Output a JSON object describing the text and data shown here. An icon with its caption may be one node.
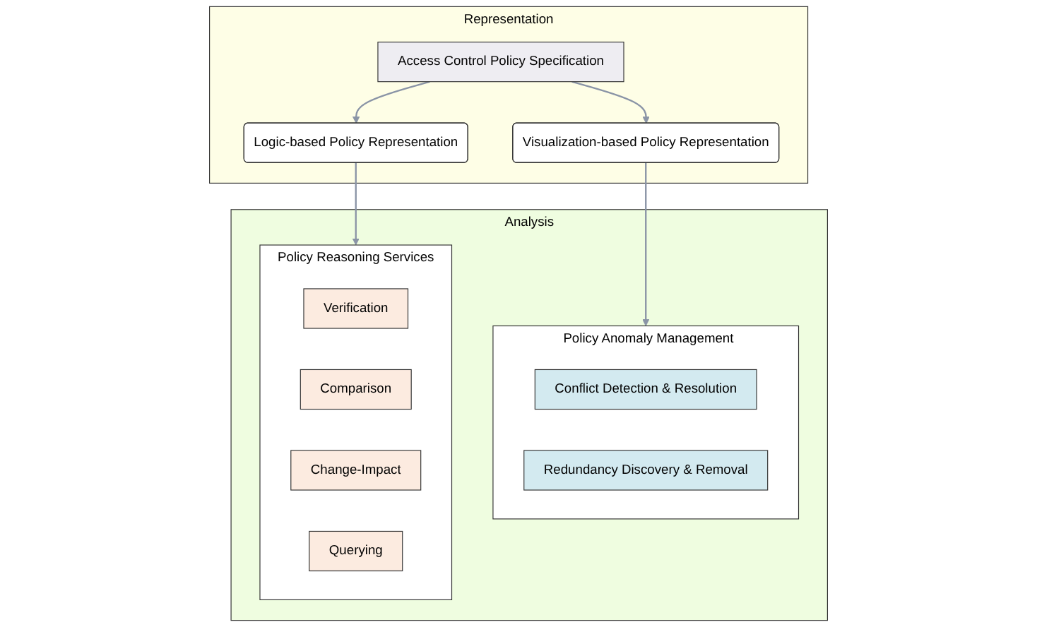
{
  "diagram": {
    "nodes": [
      {
        "text": [
          "Representation"
        ]
      },
      {
        "text": [
          "Access Control Policy Specification"
        ],
        "in": 0
      },
      {
        "text": [
          "Logic-based Policy Representation"
        ],
        "in": 0
      },
      {
        "text": [
          "Visualization-based Policy Representation"
        ],
        "in": 0
      },
      {
        "text": [
          "Analysis"
        ]
      },
      {
        "text": [
          "Policy Reasoning Services"
        ],
        "in": 4
      },
      {
        "text": [
          "Verification"
        ],
        "in": 5
      },
      {
        "text": [
          "Comparison"
        ],
        "in": 5
      },
      {
        "text": [
          "Change-Impact"
        ],
        "in": 5
      },
      {
        "text": [
          "Querying"
        ],
        "in": 5
      },
      {
        "text": [
          "Policy Anomaly Management"
        ],
        "in": 4
      },
      {
        "text": [
          "Conflict Detection & Resolution"
        ],
        "in": 10
      },
      {
        "text": [
          "Redundancy Discovery & Removal"
        ],
        "in": 10
      }
    ],
    "edges": [
      {
        "from": 1,
        "to": 2,
        "arrow": "to"
      },
      {
        "from": 1,
        "to": 3,
        "arrow": "to"
      },
      {
        "from": 2,
        "to": 5,
        "arrow": "to"
      },
      {
        "from": 3,
        "to": 10,
        "arrow": "to"
      }
    ]
  }
}
